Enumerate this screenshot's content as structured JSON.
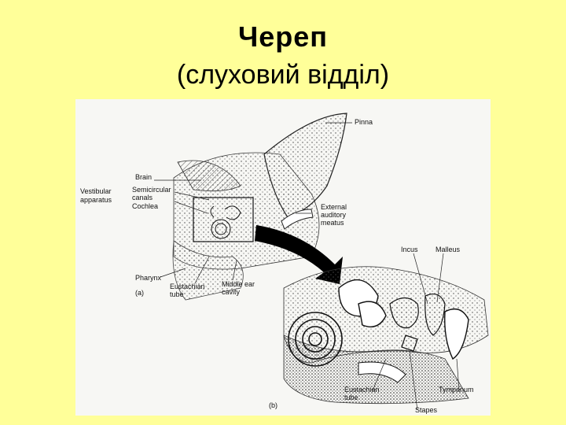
{
  "slide": {
    "title": "Череп",
    "subtitle": "(слуховий відділ)"
  },
  "figure": {
    "labels": {
      "pinna": "Pinna",
      "brain": "Brain",
      "vestibular_apparatus_1": "Vestibular",
      "vestibular_apparatus_2": "apparatus",
      "semicircular_1": "Semicircular",
      "semicircular_2": "canals",
      "cochlea": "Cochlea",
      "external_1": "External",
      "external_2": "auditory",
      "external_3": "meatus",
      "pharynx": "Pharynx",
      "panel_a": "(a)",
      "eustachian_a_1": "Eustachian",
      "eustachian_a_2": "tube",
      "middle_ear_1": "Middle ear",
      "middle_ear_2": "cavity",
      "incus": "Incus",
      "malleus": "Malleus",
      "eustachian_b_1": "Eustachian",
      "eustachian_b_2": "tube",
      "panel_b": "(b)",
      "tympanum": "Tympanum",
      "stapes": "Stapes"
    }
  }
}
